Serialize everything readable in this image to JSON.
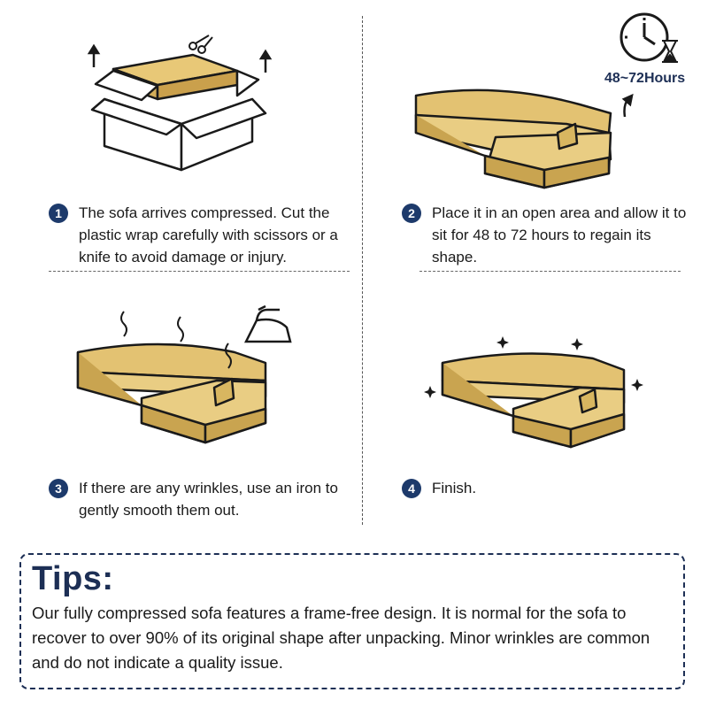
{
  "steps": [
    {
      "number": "1",
      "text": "The sofa arrives compressed. Cut the plastic wrap carefully with scissors or a knife to avoid damage or injury."
    },
    {
      "number": "2",
      "text": "Place it in an open area and allow it to sit for 48 to 72 hours to regain its shape."
    },
    {
      "number": "3",
      "text": "If there are any wrinkles, use an iron to gently smooth them out."
    },
    {
      "number": "4",
      "text": "Finish."
    }
  ],
  "timer": {
    "label": "48~72Hours"
  },
  "tips": {
    "title": "Tips:",
    "body": "Our fully compressed sofa features a frame-free design. It is normal for the sofa to recover to over 90% of its original shape after unpacking. Minor wrinkles are common and do not indicate a quality issue."
  },
  "colors": {
    "accent": "#1d3a6b",
    "sofa": "#e3c272",
    "sofa_shade": "#c9a450",
    "outline": "#1a1a1a"
  },
  "icons": [
    "box-icon",
    "scissors-icon",
    "clock-icon",
    "hourglass-icon",
    "iron-icon",
    "steam-icon",
    "sparkle-icon",
    "arrow-up-icon"
  ]
}
